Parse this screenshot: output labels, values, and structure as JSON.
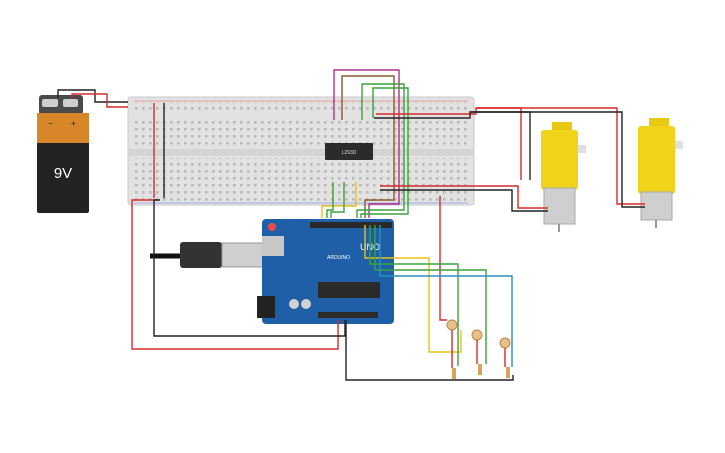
{
  "battery": {
    "label": "9V",
    "terminal_minus": "−",
    "terminal_plus": "+"
  },
  "ic": {
    "label": "L293D"
  },
  "arduino": {
    "brand": "ARDUINO",
    "model": "UNO"
  },
  "colors": {
    "red": "#d62a2a",
    "black": "#222222",
    "green": "#3aa33a",
    "yellow": "#e6c21a",
    "purple": "#b0308f",
    "brown": "#8a5a2b",
    "blue": "#2a8fc0",
    "board": "#1f5fa8",
    "motor": "#f2d31b"
  }
}
